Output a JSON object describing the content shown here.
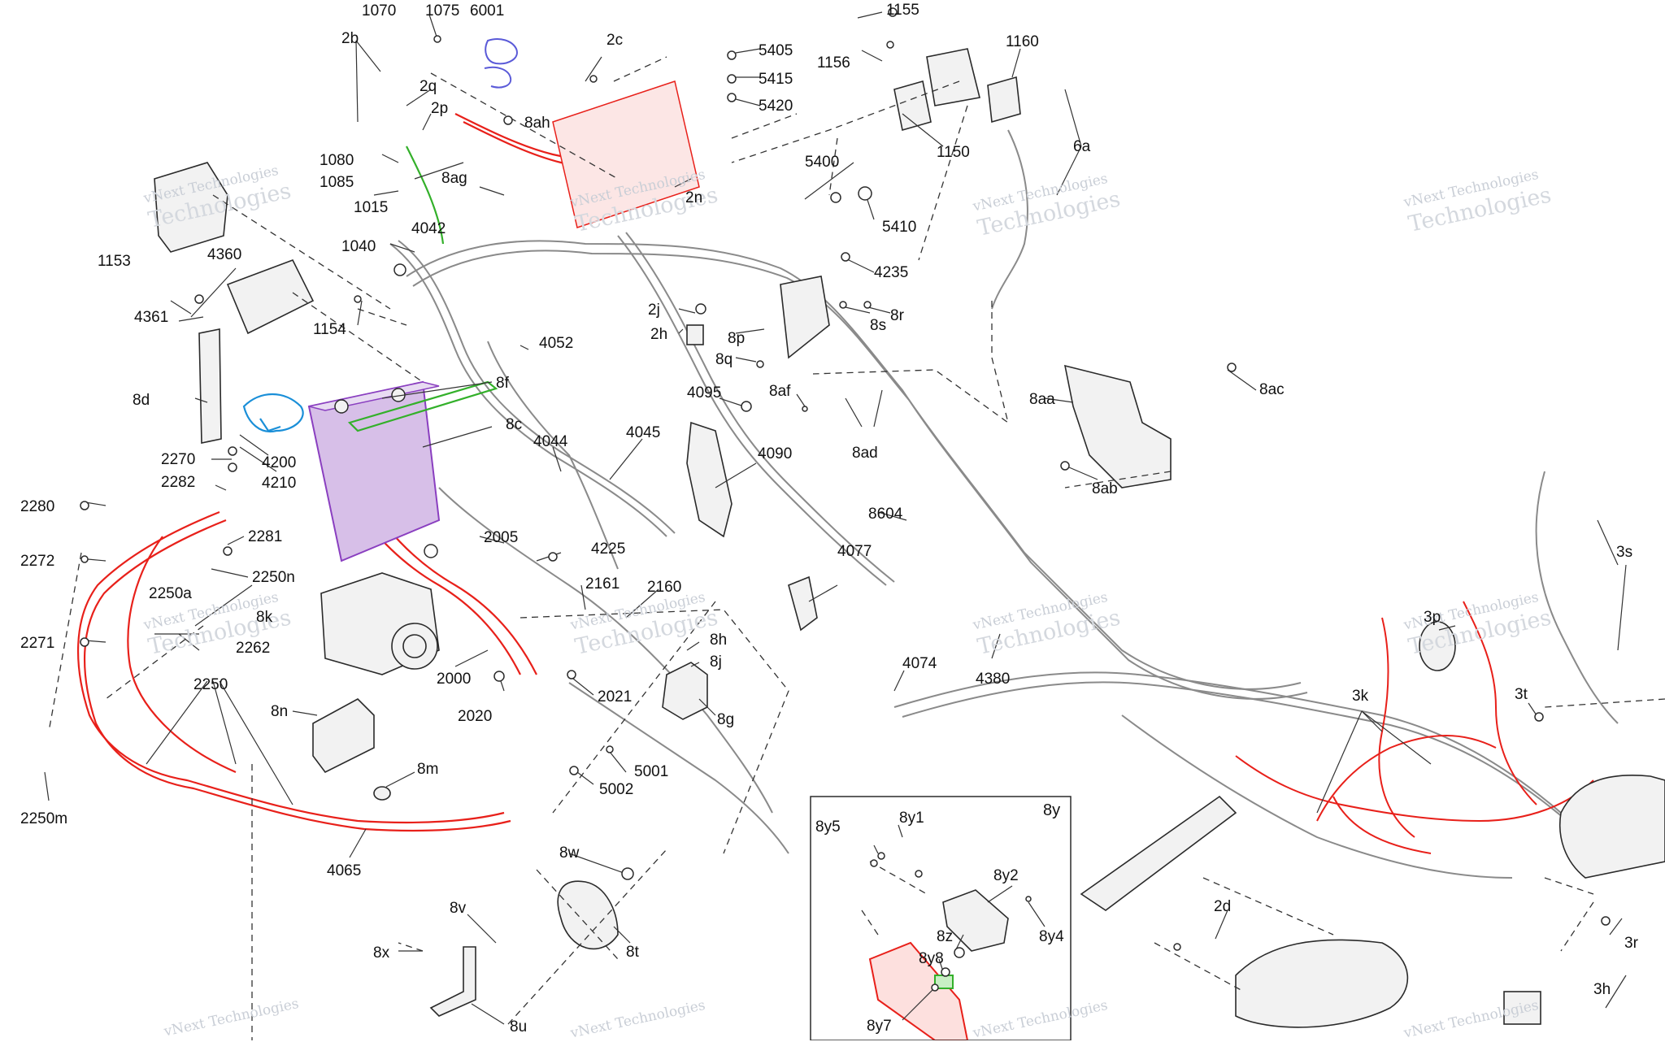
{
  "watermark": {
    "line1": "vNext Technologies",
    "line2": "Technologies"
  },
  "inset": {
    "title": "8y"
  },
  "callouts": {
    "c1070": "1070",
    "c1075": "1075",
    "c6001": "6001",
    "c2b": "2b",
    "c2c": "2c",
    "c2q": "2q",
    "c2p": "2p",
    "c8ah": "8ah",
    "c1080": "1080",
    "c1085": "1085",
    "c1015": "1015",
    "c8ag": "8ag",
    "c2n": "2n",
    "c4042": "4042",
    "c1040": "1040",
    "c1153": "1153",
    "c4360": "4360",
    "c4361": "4361",
    "c1154": "1154",
    "c4052": "4052",
    "c8d": "8d",
    "c8f": "8f",
    "c8c": "8c",
    "c4200": "4200",
    "c4210": "4210",
    "c2270": "2270",
    "c2282": "2282",
    "c2280": "2280",
    "c2281": "2281",
    "c2272": "2272",
    "c2250n": "2250n",
    "c2250a": "2250a",
    "c8k": "8k",
    "c2262": "2262",
    "c2271": "2271",
    "c2250": "2250",
    "c2250m": "2250m",
    "c4065": "4065",
    "c8n": "8n",
    "c8m": "8m",
    "c2000": "2000",
    "c2020": "2020",
    "c2021": "2021",
    "c2005": "2005",
    "c4225": "4225",
    "c2161": "2161",
    "c2160": "2160",
    "c8h": "8h",
    "c8j": "8j",
    "c8g": "8g",
    "c5001": "5001",
    "c5002": "5002",
    "c8w": "8w",
    "c8v": "8v",
    "c8x": "8x",
    "c8t": "8t",
    "c8u": "8u",
    "c4044": "4044",
    "c4045": "4045",
    "c4095": "4095",
    "c4090": "4090",
    "c2j": "2j",
    "c2h": "2h",
    "c8q": "8q",
    "c8p": "8p",
    "c8af": "8af",
    "c8ad": "8ad",
    "c8604": "8604",
    "c4077": "4077",
    "c4074": "4074",
    "c4380": "4380",
    "c5405": "5405",
    "c5415": "5415",
    "c5420": "5420",
    "c5400": "5400",
    "c5410": "5410",
    "c4235": "4235",
    "c8r": "8r",
    "c8s": "8s",
    "c1155": "1155",
    "c1156": "1156",
    "c1160": "1160",
    "c1150": "1150",
    "c6a": "6a",
    "c8aa": "8aa",
    "c8ac": "8ac",
    "c8ab": "8ab",
    "c3s": "3s",
    "c3p": "3p",
    "c3k": "3k",
    "c3t": "3t",
    "c2d": "2d",
    "c3r": "3r",
    "c3h": "3h",
    "c8y5": "8y5",
    "c8y1": "8y1",
    "c8y2": "8y2",
    "c8y4": "8y4",
    "c8z": "8z",
    "c8y8": "8y8",
    "c8y7": "8y7"
  },
  "colors": {
    "line": "#2a2a2a",
    "leader": "#333333",
    "part_fill": "#f2f2f2",
    "harness_red": "#e8201a",
    "harness_red_fill": "#f7b5b0",
    "green": "#33b02a",
    "purple": "#8a3fc0",
    "purple_fill": "#d7bfe8",
    "blue": "#1a8fd8",
    "violet": "#5a5ad8",
    "watermark": "#c9ced6"
  }
}
